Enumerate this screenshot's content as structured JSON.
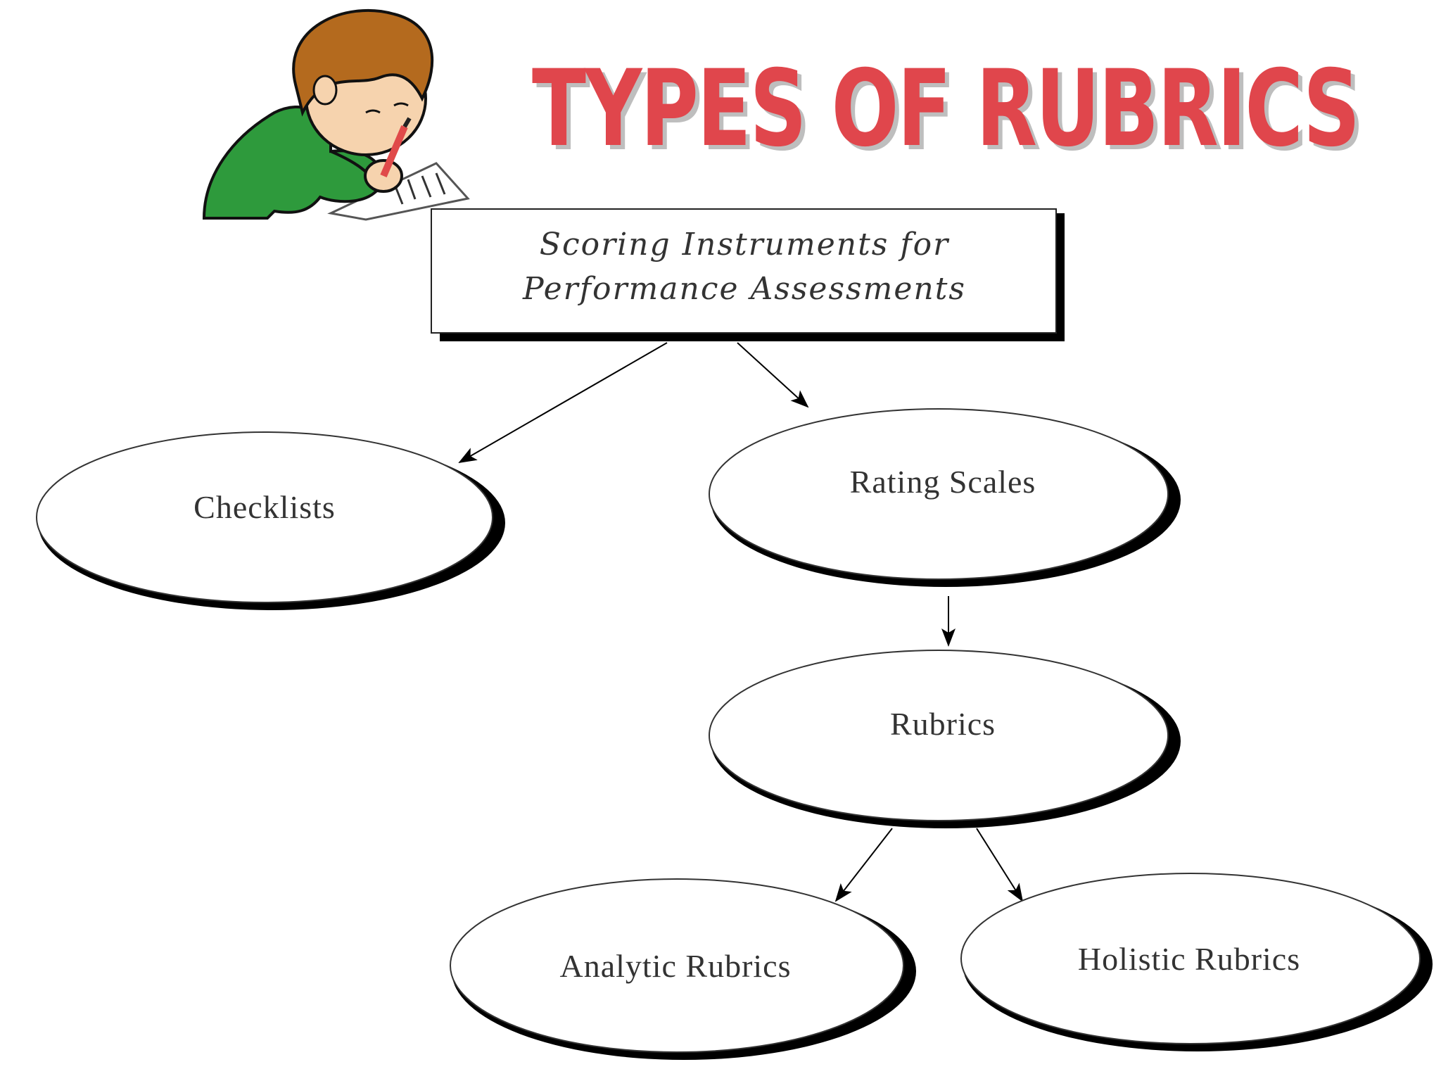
{
  "title": "TYPES OF RUBRICS",
  "root": {
    "line1": "Scoring Instruments for",
    "line2": "Performance Assessments"
  },
  "nodes": {
    "checklists": "Checklists",
    "rating_scales": "Rating Scales",
    "rubrics": "Rubrics",
    "analytic": "Analytic Rubrics",
    "holistic": "Holistic Rubrics"
  },
  "colors": {
    "title_fill": "#e0464c",
    "title_shadow": "#8a8a8a",
    "outline": "#000000",
    "shirt": "#2e9a3c",
    "hair": "#b46a1e",
    "skin": "#f6d3ae"
  },
  "icons": {
    "illustration": "child-writing-icon"
  }
}
